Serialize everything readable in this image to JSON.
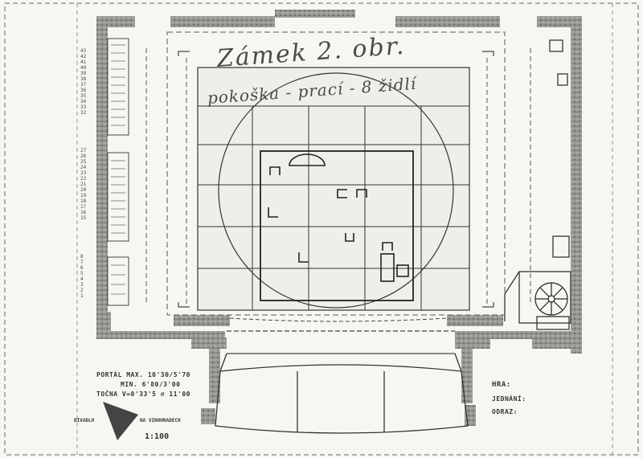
{
  "drawing": {
    "title_line1": "Zámek 2. obr.",
    "title_line2": "pokoška - prací - 8 židlí",
    "scale": "1:100",
    "studio_left": "DIVADLO",
    "studio_right": "NA VINOHRADECH",
    "portal_label": "PORTÁL",
    "portal_max_label": "MAX.",
    "portal_max_value": "10'30/5'70",
    "portal_min_label": "MIN.",
    "portal_min_value": "6'80/3'00",
    "tocna_label": "TOČNA",
    "tocna_value": "V=0'33'5 ⌀ 11'00",
    "hra_label": "HRA:",
    "jednani_label": "JEDNÁNÍ:",
    "odraz_label": "ODRAZ:",
    "lamp_numbers_top": [
      "43",
      "42",
      "41",
      "40",
      "39",
      "38",
      "37",
      "36",
      "35",
      "34",
      "33",
      "32"
    ],
    "lamp_numbers_mid": [
      "27",
      "26",
      "25",
      "24",
      "23",
      "22",
      "21",
      "20",
      "19",
      "18",
      "17",
      "16",
      "15"
    ],
    "lamp_numbers_bottom": [
      "8",
      "7",
      "6",
      "5",
      "4",
      "3",
      "2",
      "1"
    ]
  },
  "colors": {
    "paper": "#f7f7f2",
    "ink": "#333333",
    "wall": "#8a8a86"
  }
}
